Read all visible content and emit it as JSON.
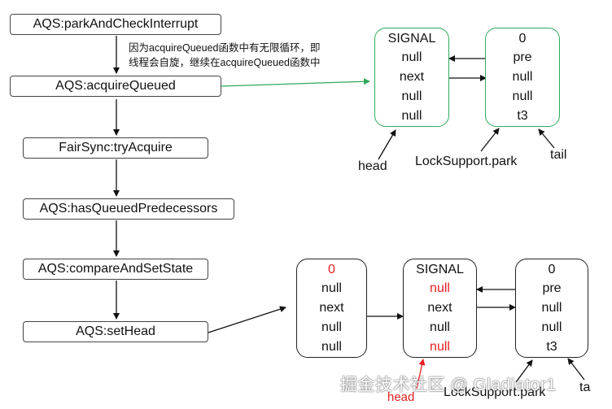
{
  "flow": [
    "AQS:parkAndCheckInterrupt",
    "AQS:acquireQueued",
    "FairSync:tryAcquire",
    "AQS:hasQueuedPredecessors",
    "AQS:compareAndSetState",
    "AQS:setHead"
  ],
  "note": {
    "line1": "因为acquireQueued函数中有无限循环，即",
    "line2": "线程会自旋，继续在acquireQueued函数中"
  },
  "top_queue": {
    "node1": [
      "SIGNAL",
      "null",
      "next",
      "null",
      "null"
    ],
    "node2": [
      "0",
      "pre",
      "null",
      "null",
      "t3"
    ]
  },
  "top_labels": {
    "head": "head",
    "park": "LockSupport.park",
    "tail": "tail"
  },
  "bottom_queue": {
    "node1": [
      "0",
      "null",
      "next",
      "null",
      "null"
    ],
    "node2": [
      "SIGNAL",
      "null",
      "next",
      "null",
      "null"
    ],
    "node3": [
      "0",
      "pre",
      "null",
      "null",
      "t3"
    ]
  },
  "bottom_labels": {
    "head": "head",
    "park": "LockSupport.park",
    "tail": "ta"
  },
  "colors": {
    "green_border": "#2eaa5c",
    "highlight_red": "#e41f1f"
  },
  "watermark": "掘金技术社区 @ Gladiator1"
}
